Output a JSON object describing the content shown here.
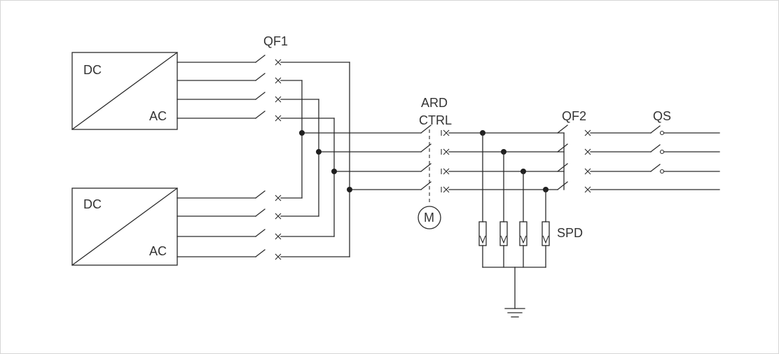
{
  "labels": {
    "inverter_1_dc": "DC",
    "inverter_1_ac": "AC",
    "inverter_2_dc": "DC",
    "inverter_2_ac": "AC",
    "breaker_qf1": "QF1",
    "ard_line_1": "ARD",
    "ard_line_2": "CTRL",
    "motor": "M",
    "breaker_qf2": "QF2",
    "disconnector_qs": "QS",
    "surge_protector": "SPD"
  },
  "colors": {
    "line": "#2b2b2b",
    "junction": "#1f1f1f",
    "text": "#333333",
    "background": "#ffffff",
    "border": "#d6d6d6"
  }
}
